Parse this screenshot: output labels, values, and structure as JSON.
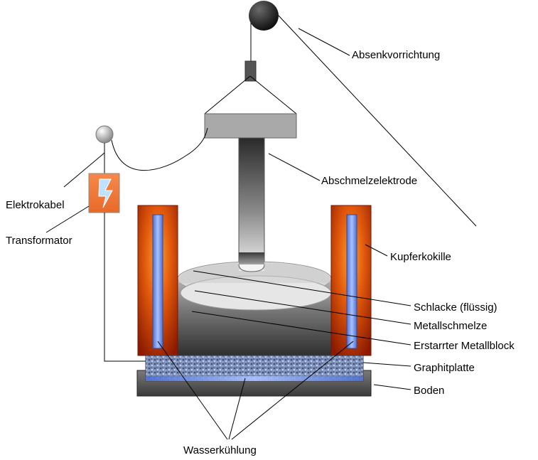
{
  "labels": {
    "absenkvorrichtung": "Absenkvorrichtung",
    "abschmelzelektrode": "Abschmelzelektrode",
    "elektrokabel": "Elektrokabel",
    "transformator": "Transformator",
    "kupferkokille": "Kupferkokille",
    "schlacke": "Schlacke (flüssig)",
    "metallschmelze": "Metallschmelze",
    "erstarrter_metallblock": "Erstarrter Metallblock",
    "graphitplatte": "Graphitplatte",
    "boden": "Boden",
    "wasserkuehlung": "Wasserkühlung"
  },
  "colors": {
    "mold_outer": "#8b1a00",
    "mold_glow": "#ff8a1a",
    "water": "#6f8fe6",
    "transformer": "#f07a3c",
    "floor": "#4a4a4a",
    "electrode_head": "#a9a9a9",
    "pulley": "#1e1e1e"
  },
  "icons": {
    "transformer": "lightning-bolt-icon",
    "pulley": "pulley-wheel-icon"
  }
}
